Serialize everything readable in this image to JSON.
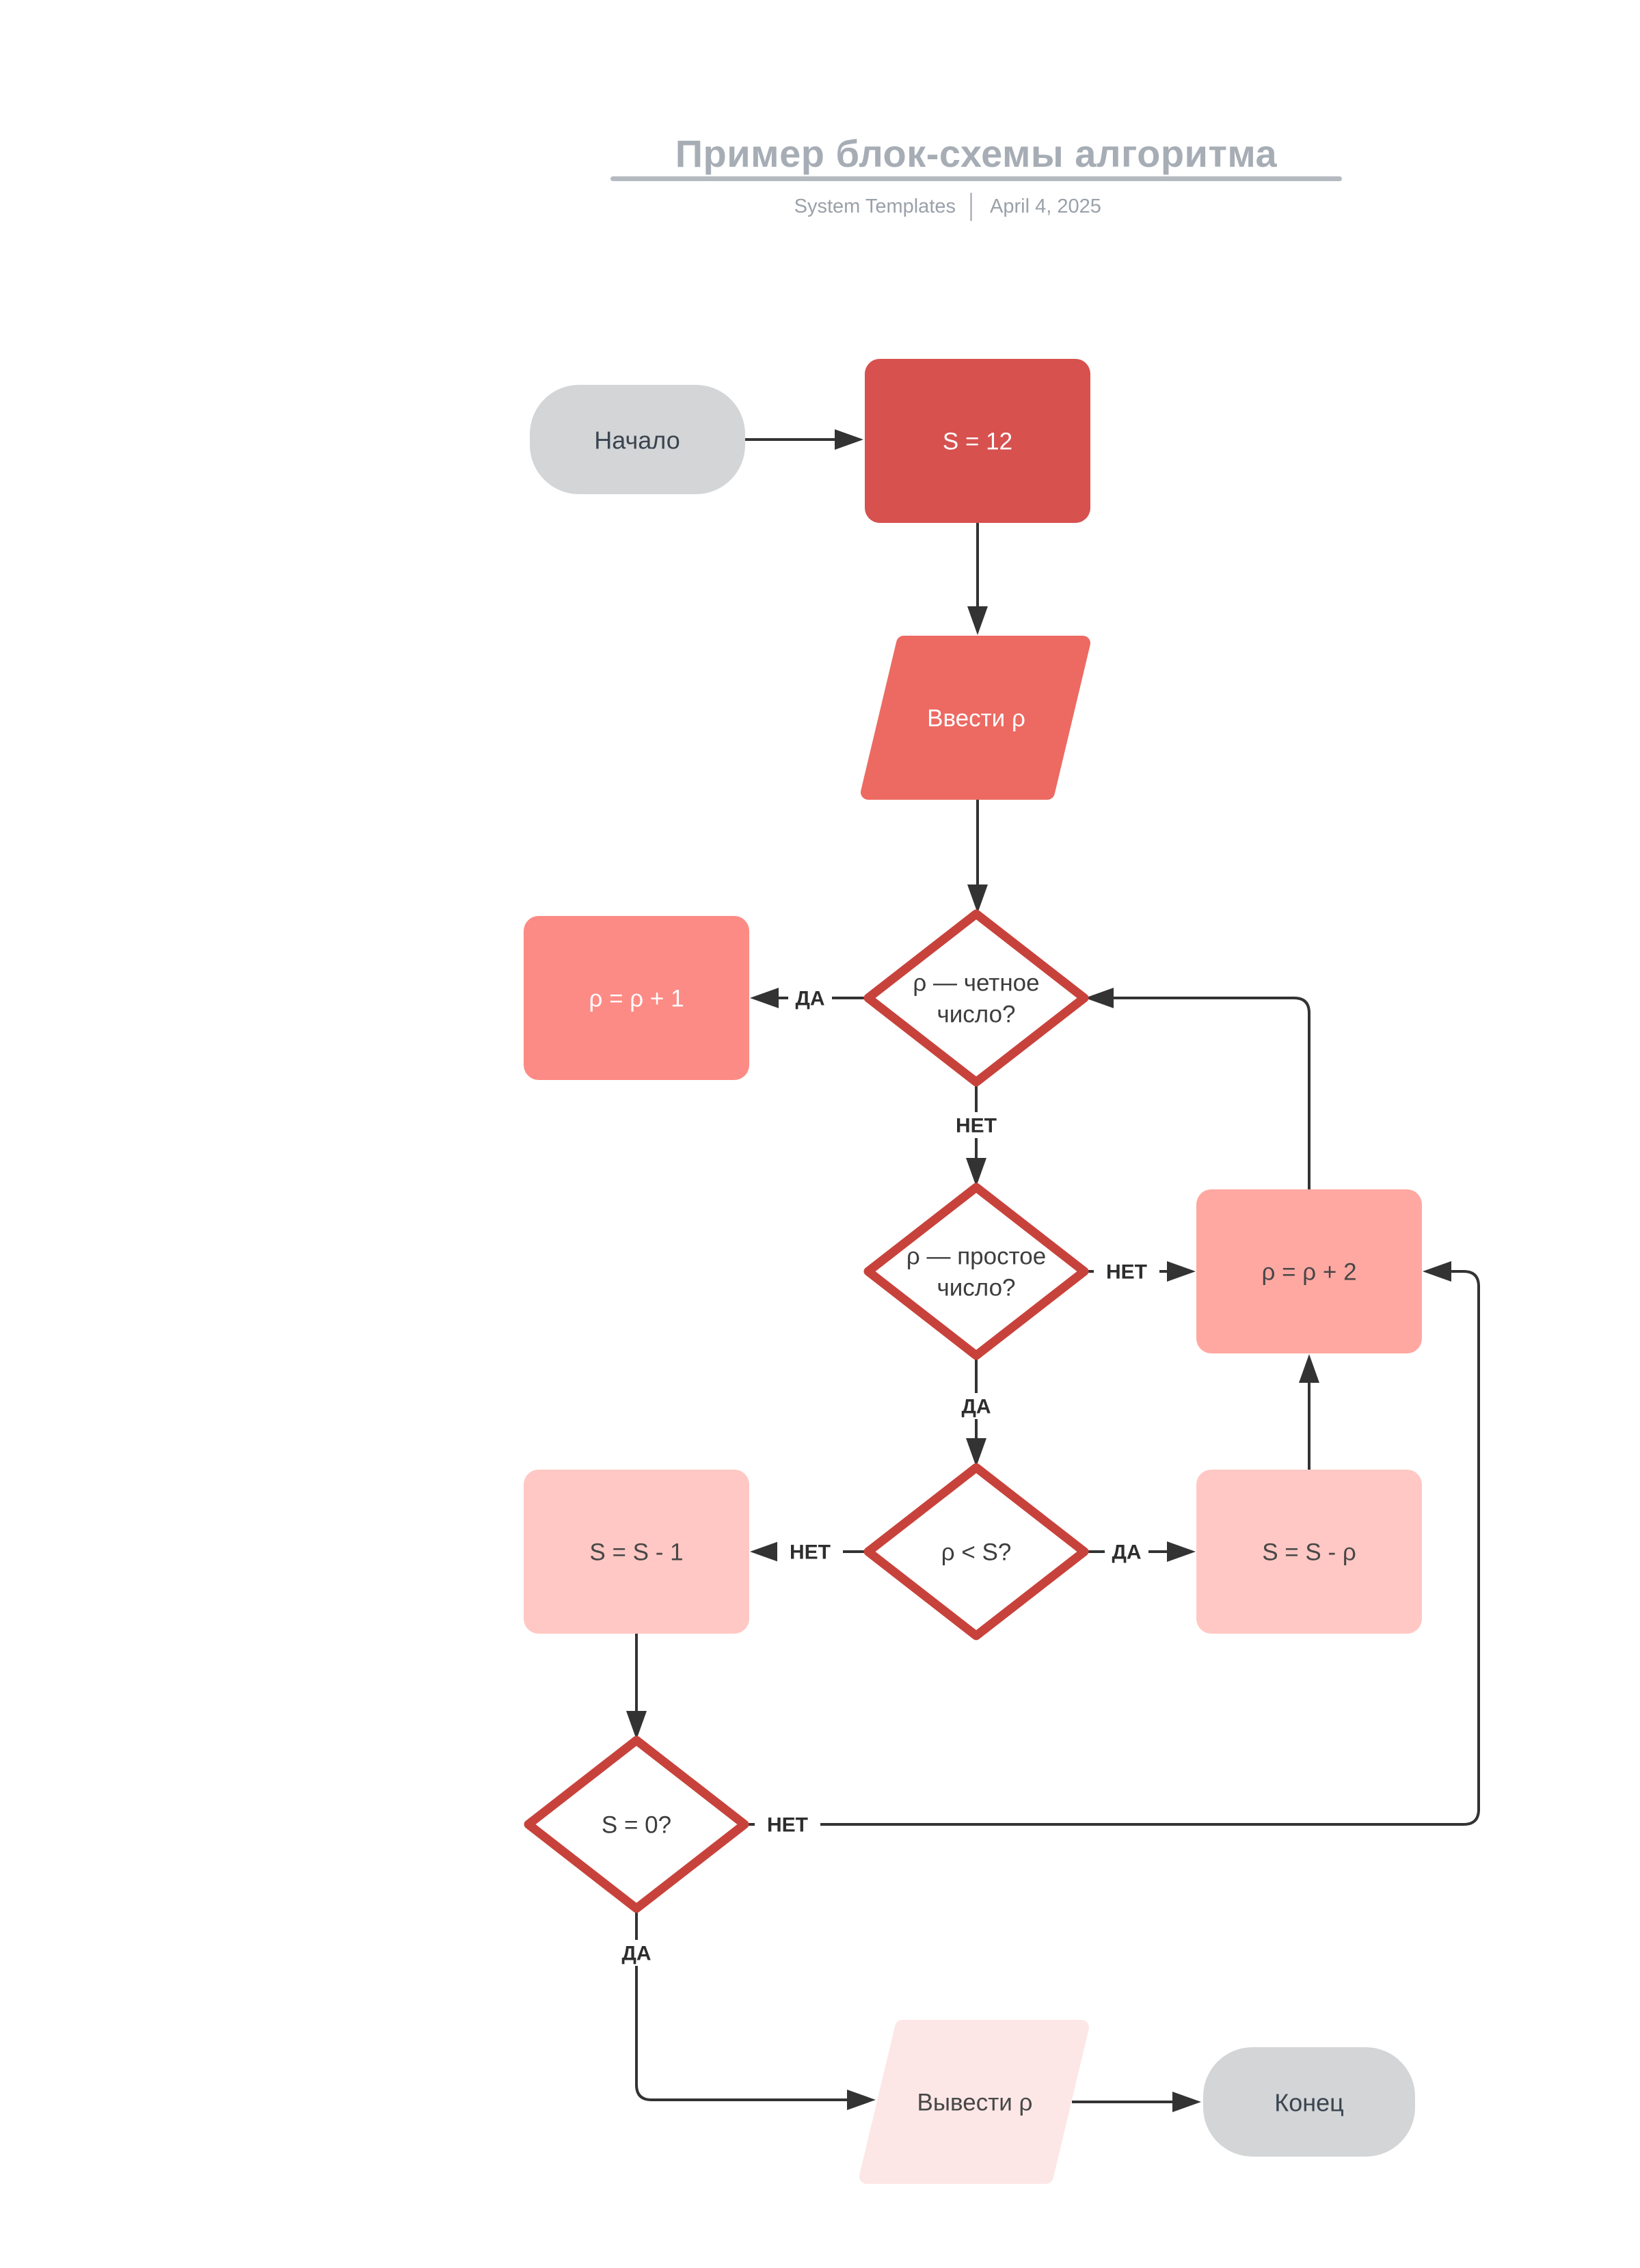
{
  "header": {
    "title": "Пример блок-схемы алгоритма",
    "brand": "System Templates",
    "separator": "│",
    "date": "April 4, 2025"
  },
  "nodes": {
    "start": {
      "label": "Начало"
    },
    "init": {
      "label": "S = 12"
    },
    "input": {
      "label": "Ввести ρ"
    },
    "even": {
      "line1": "ρ — четное",
      "line2": "число?"
    },
    "inc1": {
      "label": "ρ = ρ + 1"
    },
    "prime": {
      "line1": "ρ — простое",
      "line2": "число?"
    },
    "inc2": {
      "label": "ρ = ρ + 2"
    },
    "less": {
      "label": "ρ < S?"
    },
    "dec1": {
      "label": "S = S - 1"
    },
    "subp": {
      "label": "S = S - ρ"
    },
    "zero": {
      "label": "S = 0?"
    },
    "output": {
      "label": "Вывести ρ"
    },
    "end": {
      "label": "Конец"
    }
  },
  "edges": {
    "even_yes": "ДА",
    "even_no": "НЕТ",
    "prime_no": "НЕТ",
    "prime_yes": "ДА",
    "less_no": "НЕТ",
    "less_yes": "ДА",
    "zero_no": "НЕТ",
    "zero_yes": "ДА"
  },
  "colors": {
    "background": "#ffffff",
    "title_text": "#a7adb5",
    "subtitle_text": "#9aa1a9",
    "rule": "#b4bac0",
    "pill_fill": "#d3d5d7",
    "pill_text": "#3b4550",
    "init_fill": "#d7514f",
    "input_fill": "#ec6a62",
    "inc1_fill": "#fd8b85",
    "inc2_fill": "#ffa8a1",
    "dec_fill": "#ffc8c4",
    "output_fill": "#fce7e6",
    "diamond_stroke": "#c8423c",
    "diamond_fill": "#ffffff",
    "line": "#333333",
    "edge_label_text": "#2d2d2d"
  }
}
